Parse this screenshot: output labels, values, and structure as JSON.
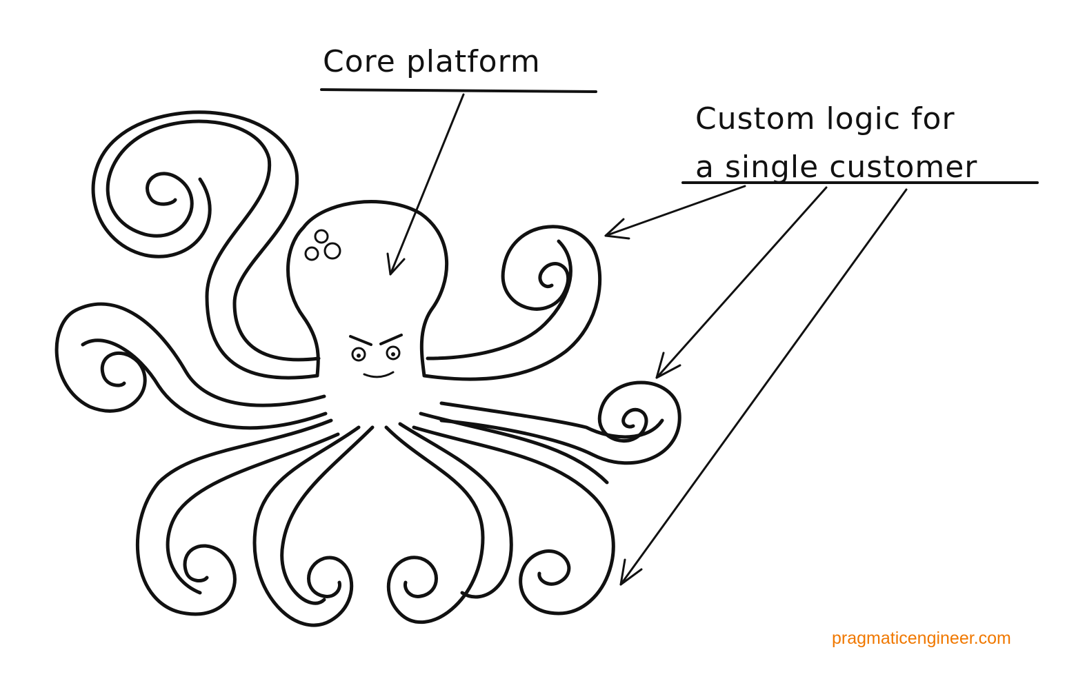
{
  "labels": {
    "core": "Core platform",
    "custom_line1": "Custom logic for",
    "custom_line2": "a single customer"
  },
  "watermark": "pragmaticengineer.com",
  "colors": {
    "ink": "#111111",
    "watermark": "#f07800",
    "background": "#ffffff"
  },
  "icons": [
    "octopus-illustration",
    "arrow-icon"
  ]
}
